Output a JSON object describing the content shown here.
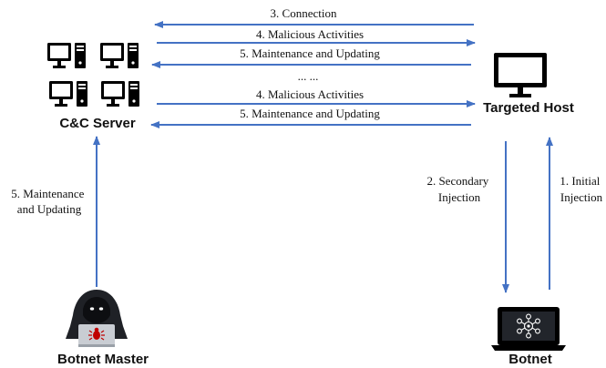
{
  "colors": {
    "arrow": "#4472C4",
    "icon": "#000000",
    "accent_bug": "#C00000"
  },
  "nodes": {
    "cc_server": {
      "label": "C&C Server",
      "icon": "computer-cluster-icon"
    },
    "targeted_host": {
      "label": "Targeted Host",
      "icon": "monitor-icon"
    },
    "botnet_master": {
      "label": "Botnet Master",
      "icon": "hacker-icon"
    },
    "botnet": {
      "label": "Botnet",
      "icon": "laptop-network-icon"
    }
  },
  "edges": {
    "connection": "3. Connection",
    "malicious_1": "4. Malicious Activities",
    "maintenance_1": "5. Maintenance and Updating",
    "ellipsis": "... ...",
    "malicious_2": "4. Malicious Activities",
    "maintenance_2": "5. Maintenance and Updating",
    "master_maintenance": [
      "5. Maintenance",
      "and Updating"
    ],
    "secondary_injection": [
      "2. Secondary",
      "Injection"
    ],
    "initial_injection": [
      "1. Initial",
      "Injection"
    ]
  }
}
